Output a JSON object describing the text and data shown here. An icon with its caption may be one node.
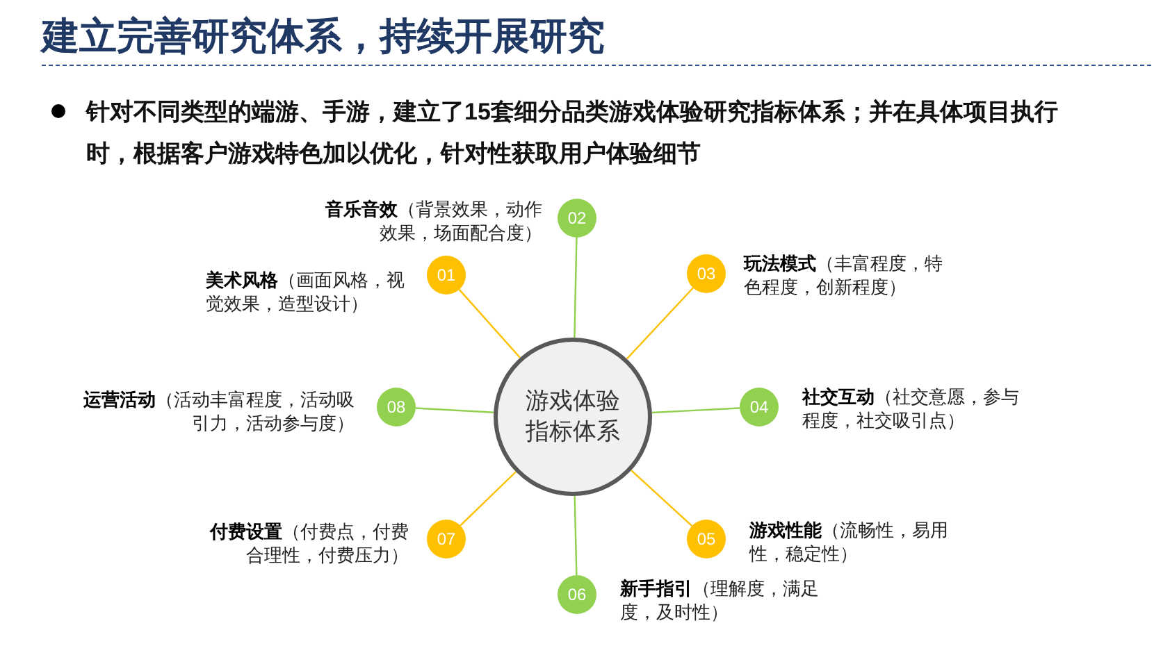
{
  "diagram": {
    "title": "建立完善研究体系，持续开展研究",
    "labels": [
      "针对不同类型的端游、手游，建立了15套细分品类游戏体验研究指标体系；并在具体项目执行时，根据客户游戏特色加以优化，针对性获取用户体验细节"
    ],
    "nodes": [
      {
        "text": [
          "游戏体验指标体系"
        ]
      },
      {
        "text": [
          "01"
        ],
        "beside": [
          "**美术风格**（画面风格，视觉效果，造型设计）"
        ]
      },
      {
        "text": [
          "02"
        ],
        "beside": [
          "**音乐音效**（背景效果，动作效果，场面配合度）"
        ]
      },
      {
        "text": [
          "03"
        ],
        "beside": [
          "**玩法模式**（丰富程度，特色程度，创新程度）"
        ]
      },
      {
        "text": [
          "04"
        ],
        "beside": [
          "**社交互动**（社交意愿，参与程度，社交吸引点）"
        ]
      },
      {
        "text": [
          "05"
        ],
        "beside": [
          "**游戏性能**（流畅性，易用性，稳定性）"
        ]
      },
      {
        "text": [
          "06"
        ],
        "beside": [
          "**新手指引**（理解度，满足度，及时性）"
        ]
      },
      {
        "text": [
          "07"
        ],
        "beside": [
          "**付费设置**（付费点，付费合理性，付费压力）"
        ]
      },
      {
        "text": [
          "08"
        ],
        "beside": [
          "**运营活动**（活动丰富程度，活动吸引力，活动参与度）"
        ]
      }
    ],
    "edges": [
      {
        "from": 0,
        "to": 1,
        "arrow": "none",
        "color": "#ffc000"
      },
      {
        "from": 0,
        "to": 2,
        "arrow": "none",
        "color": "#92d050"
      },
      {
        "from": 0,
        "to": 3,
        "arrow": "none",
        "color": "#ffc000"
      },
      {
        "from": 0,
        "to": 4,
        "arrow": "none",
        "color": "#92d050"
      },
      {
        "from": 0,
        "to": 5,
        "arrow": "none",
        "color": "#ffc000"
      },
      {
        "from": 0,
        "to": 6,
        "arrow": "none",
        "color": "#92d050"
      },
      {
        "from": 0,
        "to": 7,
        "arrow": "none",
        "color": "#ffc000"
      },
      {
        "from": 0,
        "to": 8,
        "arrow": "none",
        "color": "#92d050"
      }
    ]
  }
}
